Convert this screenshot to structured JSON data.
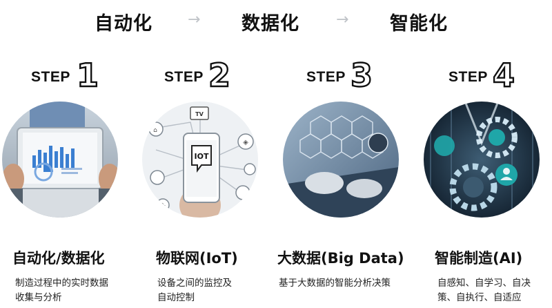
{
  "headline": {
    "stages": [
      "自动化",
      "数据化",
      "智能化"
    ],
    "arrow": "→"
  },
  "steps": [
    {
      "step_label": "STEP",
      "step_number": "1",
      "title": "自动化/数据化",
      "description_lines": [
        "制造过程中的实时数据",
        "收集与分析"
      ]
    },
    {
      "step_label": "STEP",
      "step_number": "2",
      "title": "物联网(IoT)",
      "description_lines": [
        "设备之间的监控及",
        "自动控制"
      ],
      "image_text": {
        "tv": "TV",
        "iot": "IOT"
      }
    },
    {
      "step_label": "STEP",
      "step_number": "3",
      "title": "大数据(Big Data)",
      "description_lines": [
        "基于大数据的智能分析决策"
      ]
    },
    {
      "step_label": "STEP",
      "step_number": "4",
      "title": "智能制造(AI)",
      "description_lines": [
        "自感知、自学习、自决",
        "策、自执行、自适应"
      ]
    }
  ]
}
